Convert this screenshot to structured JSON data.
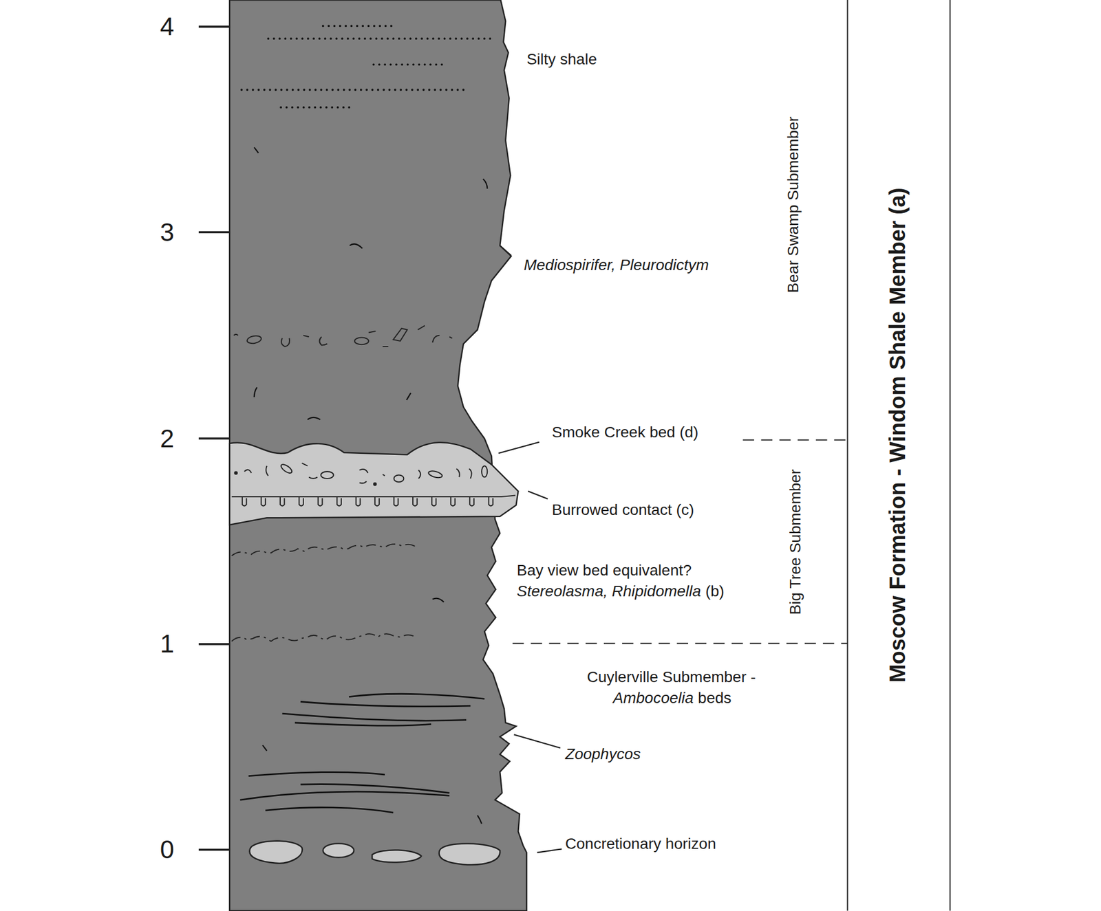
{
  "diagram": {
    "labels": [
      "4",
      "3",
      "2",
      "1",
      "0",
      "Silty shale",
      "Mediospirifer, Pleurodictym",
      "Bear Swamp Submember",
      "Smoke Creek bed (d)",
      "Burrowed contact (c)",
      "Bay view bed equivalent?",
      "Stereolasma, Rhipidomella",
      "(b)",
      "Big Tree Submember",
      "Cuylerville Submember -",
      "Ambocoelia",
      "beds",
      "Zoophycos",
      "Concretionary horizon",
      "Moscow Formation - Windom Shale Member (a)"
    ]
  }
}
